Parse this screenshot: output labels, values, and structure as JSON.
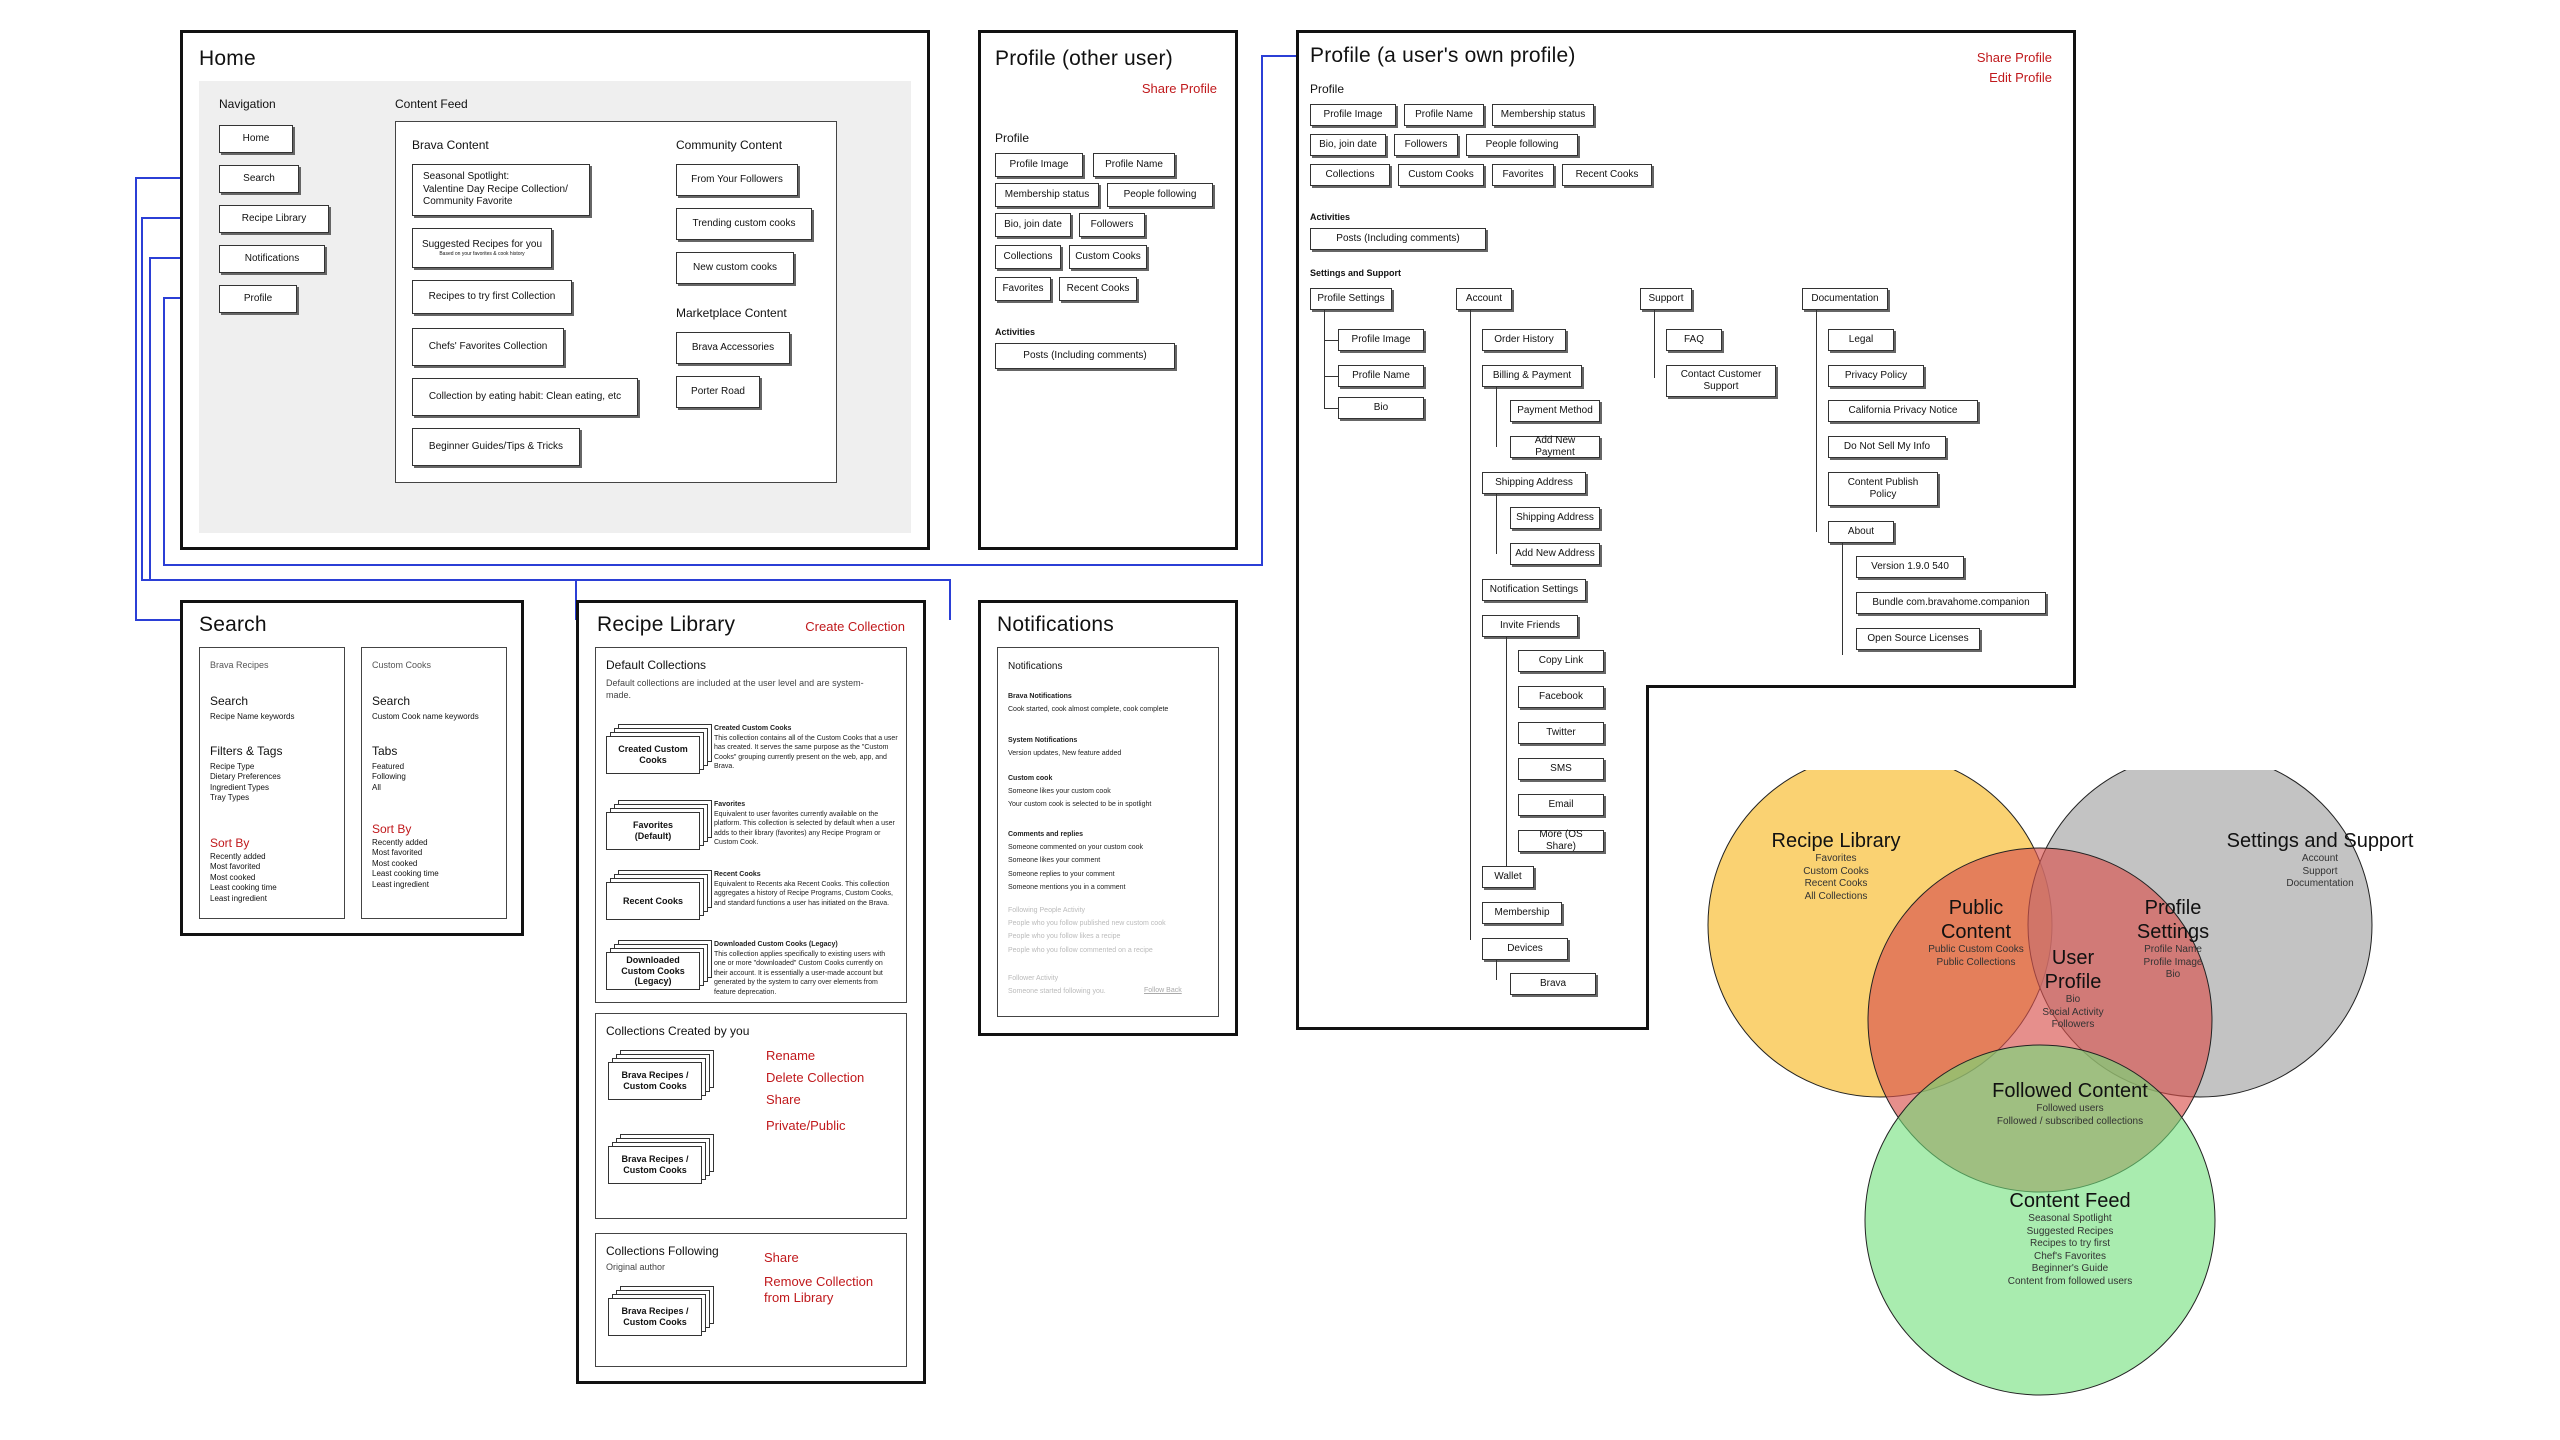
{
  "home": {
    "title": "Home",
    "nav_label": "Navigation",
    "nav": [
      "Home",
      "Search",
      "Recipe Library",
      "Notifications",
      "Profile"
    ],
    "feed_label": "Content Feed",
    "brava_label": "Brava Content",
    "brava_items": [
      "Seasonal Spotlight:\nValentine Day Recipe Collection/\nCommunity Favorite",
      "Suggested Recipes for you",
      "Recipes to try first Collection",
      "Chefs' Favorites Collection",
      "Collection by eating habit: Clean eating, etc",
      "Beginner Guides/Tips & Tricks"
    ],
    "suggested_sub": "Based on your favorites & cook history",
    "community_label": "Community Content",
    "community_items": [
      "From Your Followers",
      "Trending custom cooks",
      "New custom cooks"
    ],
    "marketplace_label": "Marketplace Content",
    "marketplace_items": [
      "Brava Accessories",
      "Porter Road"
    ]
  },
  "profile_other": {
    "title": "Profile (other user)",
    "share": "Share Profile",
    "profile_label": "Profile",
    "items": [
      "Profile Image",
      "Profile Name",
      "Membership status",
      "People following",
      "Bio,  join date",
      "Followers",
      "Collections",
      "Custom Cooks",
      "Favorites",
      "Recent Cooks"
    ],
    "activities_label": "Activities",
    "posts": "Posts (Including comments)"
  },
  "profile_own": {
    "title": "Profile (a user's own profile)",
    "share": "Share Profile",
    "edit": "Edit Profile",
    "profile_label": "Profile",
    "items": [
      "Profile Image",
      "Profile Name",
      "Membership status",
      "Bio,  join date",
      "Followers",
      "People following",
      "Collections",
      "Custom Cooks",
      "Favorites",
      "Recent Cooks"
    ],
    "activities_label": "Activities",
    "posts": "Posts (Including comments)",
    "settings_label": "Settings and Support",
    "profile_settings": [
      "Profile Settings",
      "Profile Image",
      "Profile Name",
      "Bio"
    ],
    "account": [
      "Account",
      "Order History",
      "Billing & Payment",
      "Payment Method",
      "Add New Payment",
      "Shipping Address",
      "Shipping Address",
      "Add New Address",
      "Notification Settings",
      "Invite Friends",
      "Copy Link",
      "Facebook",
      "Twitter",
      "SMS",
      "Email",
      "More (OS Share)",
      "Wallet",
      "Membership",
      "Devices",
      "Brava"
    ],
    "support": [
      "Support",
      "FAQ",
      "Contact Customer\nSupport"
    ],
    "documentation": [
      "Documentation",
      "Legal",
      "Privacy Policy",
      "California Privacy Notice",
      "Do Not Sell My Info",
      "Content Publish\nPolicy",
      "About",
      "Version 1.9.0 540",
      "Bundle com.bravahome.companion",
      "Open Source Licenses"
    ]
  },
  "search": {
    "title": "Search",
    "brava_head": "Brava Recipes",
    "brava_search": "Search",
    "brava_search_sub": "Recipe Name keywords",
    "filters": "Filters & Tags",
    "filters_sub": "Recipe Type\nDietary Preferences\nIngredient Types\nTray Types",
    "sortby": "Sort By",
    "sort_sub_a": "Recently added\nMost favorited\nMost cooked\nLeast cooking time\nLeast ingredient",
    "custom_head": "Custom Cooks",
    "custom_search": "Search",
    "custom_search_sub": "Custom Cook name keywords",
    "tabs": "Tabs",
    "tabs_sub": "Featured\nFollowing\nAll",
    "sortby_b": "Sort By",
    "sort_sub_b": "Recently added\nMost favorited\nMost cooked\nLeast cooking time\nLeast ingredient"
  },
  "library": {
    "title": "Recipe Library",
    "create": "Create Collection",
    "default_head": "Default Collections",
    "default_sub": "Default collections are included at the user level and are system-made.",
    "defaults": [
      {
        "label": "Created Custom\nCooks",
        "head": "Created Custom Cooks",
        "desc": "This collection contains all of the Custom Cooks that a user has created. It serves the same purpose as the \"Custom Cooks\" grouping currently present on the web, app, and Brava."
      },
      {
        "label": "Favorites\n(Default)",
        "head": "Favorites",
        "desc": "Equivalent to user favorites currently available on the platform. This collection is selected by default when a user adds to their library (favorites) any Recipe Program or Custom Cook."
      },
      {
        "label": "Recent Cooks",
        "head": "Recent Cooks",
        "desc": "Equivalent to Recents aka Recent Cooks. This collection aggregates a history of Recipe Programs, Custom Cooks, and standard functions a user has initiated on the Brava."
      },
      {
        "label": "Downloaded\nCustom Cooks\n(Legacy)",
        "head": "Downloaded Custom Cooks (Legacy)",
        "desc": "This collection applies specifically to existing users with one or more \"downloaded\" Custom Cooks currently on their account. It is essentially a user-made account but generated by the system to carry over elements from feature deprecation."
      }
    ],
    "created_head": "Collections Created by you",
    "created_stacks": [
      "Brava Recipes /\nCustom Cooks",
      "Brava Recipes /\nCustom Cooks"
    ],
    "created_actions": [
      "Rename",
      "Delete Collection",
      "Share",
      "Private/Public"
    ],
    "following_head": "Collections Following",
    "following_sub": "Original author",
    "following_stack": "Brava Recipes /\nCustom Cooks",
    "following_actions": [
      "Share",
      "Remove Collection\nfrom Library"
    ]
  },
  "notifications": {
    "title": "Notifications",
    "inner": "Notifications",
    "groups": [
      {
        "h": "Brava Notifications",
        "t": "Cook started, cook almost complete, cook complete"
      },
      {
        "h": "System Notifications",
        "t": "Version updates, New feature added"
      },
      {
        "h": "Custom cook",
        "t": "Someone likes your custom cook\nYour custom cook is selected to be in spotlight"
      },
      {
        "h": "Comments and replies",
        "t": "Someone commented on your custom cook\nSomeone likes your comment\nSomeone replies to your comment\nSomeone mentions you in a comment"
      }
    ],
    "faded": [
      {
        "h": "Following People Activity",
        "t": "People who you follow published new custom cook\nPeople who you follow likes a recipe\nPeople who you follow commented on a recipe"
      },
      {
        "h": "Follower Activity",
        "t": "Someone started following you."
      }
    ],
    "follow_back": "Follow Back"
  },
  "venn": {
    "recipe_library": {
      "h": "Recipe Library",
      "sub": "Favorites\nCustom Cooks\nRecent Cooks\nAll Collections"
    },
    "settings": {
      "h": "Settings and Support",
      "sub": "Account\nSupport\nDocumentation"
    },
    "public": {
      "h": "Public\nContent",
      "sub": "Public Custom Cooks\nPublic Collections"
    },
    "user_profile": {
      "h": "User\nProfile",
      "sub": "Bio\nSocial Activity\nFollowers"
    },
    "profile_settings": {
      "h": "Profile\nSettings",
      "sub": "Profile Name\nProfile Image\nBio"
    },
    "followed": {
      "h": "Followed Content",
      "sub": "Followed users\nFollowed / subscribed collections"
    },
    "feed": {
      "h": "Content Feed",
      "sub": "Seasonal Spotlight\nSuggested Recipes\nRecipes to try first\nChef's Favorites\nBeginner's Guide\nContent from followed users"
    },
    "colors": {
      "yellow": "#f9c74f",
      "grey": "#a9a9a9",
      "red": "#d9534f",
      "green": "#6fe07a"
    }
  }
}
